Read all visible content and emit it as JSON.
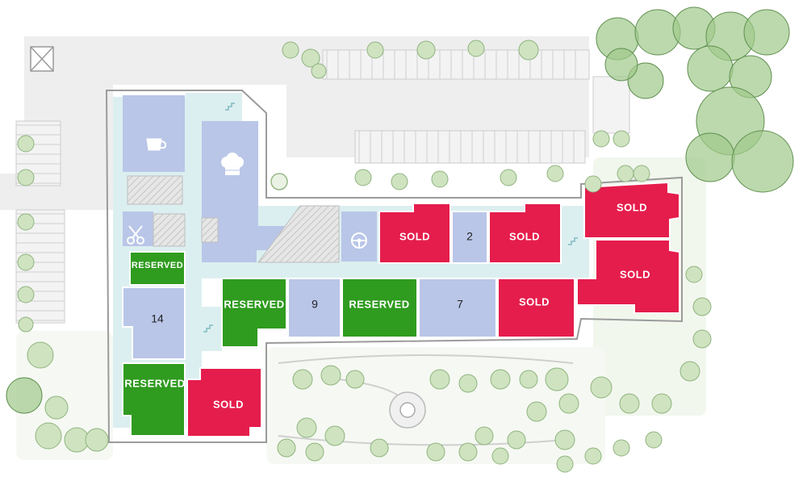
{
  "legend_colors": {
    "sold": "#e51d4c",
    "reserved": "#2f9b1f",
    "available": "#b9c6e8",
    "amenity": "#b9c6e8",
    "landscape": "#9fc98a",
    "corridor": "#dceff0"
  },
  "units": [
    {
      "id": "unit-sold-a",
      "label": "SOLD",
      "status": "sold"
    },
    {
      "id": "unit-2",
      "label": "2",
      "status": "available"
    },
    {
      "id": "unit-sold-b",
      "label": "SOLD",
      "status": "sold"
    },
    {
      "id": "unit-sold-c",
      "label": "SOLD",
      "status": "sold"
    },
    {
      "id": "unit-sold-d",
      "label": "SOLD",
      "status": "sold"
    },
    {
      "id": "unit-reserved-a",
      "label": "RESERVED",
      "status": "reserved"
    },
    {
      "id": "unit-9",
      "label": "9",
      "status": "available"
    },
    {
      "id": "unit-reserved-b",
      "label": "RESERVED",
      "status": "reserved"
    },
    {
      "id": "unit-7",
      "label": "7",
      "status": "available"
    },
    {
      "id": "unit-sold-e",
      "label": "SOLD",
      "status": "sold"
    },
    {
      "id": "unit-reserved-c",
      "label": "RESERVED",
      "status": "reserved"
    },
    {
      "id": "unit-14",
      "label": "14",
      "status": "available"
    },
    {
      "id": "unit-reserved-d",
      "label": "RESERVED",
      "status": "reserved"
    },
    {
      "id": "unit-sold-f",
      "label": "SOLD",
      "status": "sold"
    }
  ],
  "amenity_icons": [
    "coffee-cup-icon",
    "chef-hat-icon",
    "scissors-icon",
    "steering-wheel-icon",
    "stairs-icon"
  ]
}
